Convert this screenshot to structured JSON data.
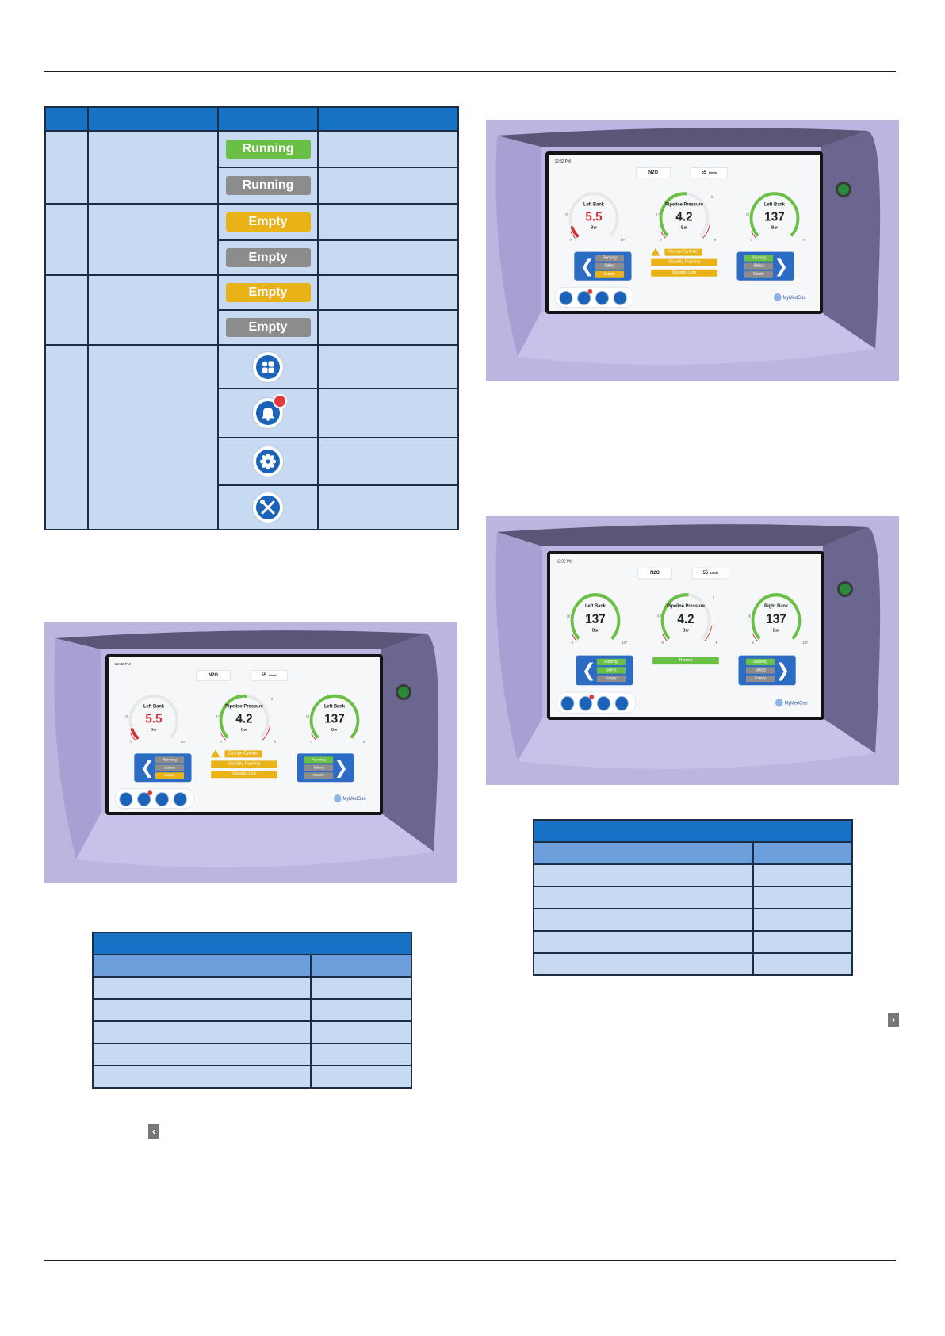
{
  "status_table": {
    "badges": {
      "running_active": "Running",
      "running_idle": "Running",
      "empty_alert_1": "Empty",
      "empty_idle_1": "Empty",
      "empty_alert_2": "Empty",
      "empty_idle_2": "Empty"
    },
    "icons": [
      "apps-icon",
      "alarm-bell-icon",
      "settings-gear-icon",
      "tools-icon"
    ]
  },
  "screens": [
    {
      "time": "12:32 PM",
      "gas": "N2O",
      "flow_value": "55",
      "flow_unit": "L/min",
      "left_gauge": {
        "label": "Left Bank",
        "value": "5.5",
        "unit": "Bar",
        "low": "15",
        "min": "0",
        "max": "137",
        "alarm": true
      },
      "center_gauge": {
        "label": "Pipeline Pressure",
        "value": "4.2",
        "unit": "Bar",
        "low": "3.7",
        "high": "5",
        "min": "0",
        "max": "8"
      },
      "right_gauge": {
        "label": "Left Bank",
        "value": "137",
        "unit": "Bar",
        "low": "15",
        "min": "0",
        "max": "137"
      },
      "left_nav": {
        "items": [
          "Running",
          "Select",
          "Empty"
        ]
      },
      "right_nav": {
        "items": [
          "Running",
          "Select",
          "Empty"
        ]
      },
      "alerts": [
        "Change Cylinder",
        "Standby Running",
        "Standby Low"
      ],
      "logo": "MyMedGas"
    },
    {
      "time": "12:32 PM",
      "gas": "N2O",
      "flow_value": "55",
      "flow_unit": "L/min",
      "left_gauge": {
        "label": "Left Bank",
        "value": "5.5",
        "unit": "Bar",
        "low": "15",
        "min": "0",
        "max": "137",
        "alarm": true
      },
      "center_gauge": {
        "label": "Pipeline Pressure",
        "value": "4.2",
        "unit": "Bar",
        "low": "3.7",
        "high": "5",
        "min": "0",
        "max": "8"
      },
      "right_gauge": {
        "label": "Left Bank",
        "value": "137",
        "unit": "Bar",
        "low": "15",
        "min": "0",
        "max": "137"
      },
      "left_nav": {
        "items": [
          "Running",
          "Select",
          "Empty"
        ]
      },
      "right_nav": {
        "items": [
          "Running",
          "Select",
          "Empty"
        ]
      },
      "alerts": [
        "Change Cylinder",
        "Standby Running",
        "Standby Low"
      ],
      "logo": "MyMedGas"
    },
    {
      "time": "12:32 PM",
      "gas": "N2O",
      "flow_value": "55",
      "flow_unit": "L/min",
      "left_gauge": {
        "label": "Left Bank",
        "value": "137",
        "unit": "Bar",
        "low": "15",
        "min": "0",
        "max": "137",
        "alarm": false
      },
      "center_gauge": {
        "label": "Pipeline Pressure",
        "value": "4.2",
        "unit": "Bar",
        "low": "3.7",
        "high": "5",
        "min": "0",
        "max": "8"
      },
      "right_gauge": {
        "label": "Right Bank",
        "value": "137",
        "unit": "Bar",
        "low": "15",
        "min": "0",
        "max": "137"
      },
      "left_nav": {
        "items": [
          "Running",
          "Select",
          "Empty"
        ]
      },
      "right_nav": {
        "items": [
          "Running",
          "Select",
          "Empty"
        ]
      },
      "alerts": [
        "Normal"
      ],
      "logo": "MyMedGas"
    }
  ],
  "colors": {
    "table_header": "#1772c6",
    "table_subheader": "#6d9fdc",
    "table_cell": "#c8daf1",
    "running_green": "#6abf45",
    "empty_yellow": "#e9b318",
    "idle_gray": "#8c8c8c",
    "alarm_red": "#d4303a",
    "bezel": "#bcb5df"
  },
  "page_nav": {
    "prev": "previous-page-icon",
    "next": "next-page-icon"
  }
}
